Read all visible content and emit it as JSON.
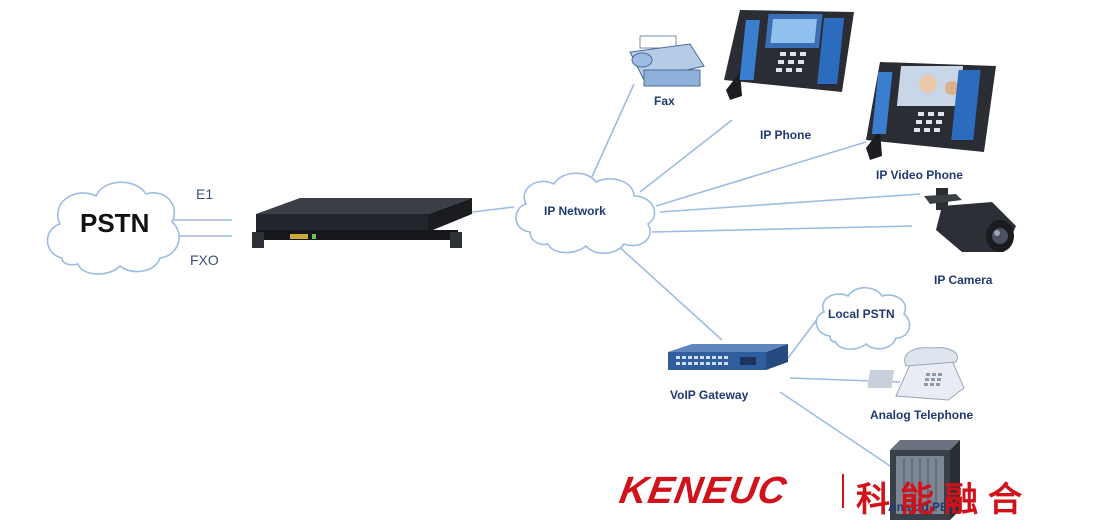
{
  "nodes": {
    "pstn": "PSTN",
    "ip_network": "IP Network",
    "fax": "Fax",
    "ip_phone": "IP Phone",
    "ip_video_phone": "IP Video Phone",
    "ip_camera": "IP Camera",
    "voip_gateway": "VoIP Gateway",
    "local_pstn": "Local PSTN",
    "analog_telephone": "Analog Telephone",
    "analog_pbx": "Analog PBX"
  },
  "links": {
    "e1": "E1",
    "fxo": "FXO"
  },
  "brand": {
    "name_latin": "KENEUC",
    "name_cjk": "科能融合",
    "color": "#d1121a"
  },
  "colors": {
    "line": "#8fb3e0",
    "label": "#1f3a72",
    "device": "#2a2d33"
  }
}
